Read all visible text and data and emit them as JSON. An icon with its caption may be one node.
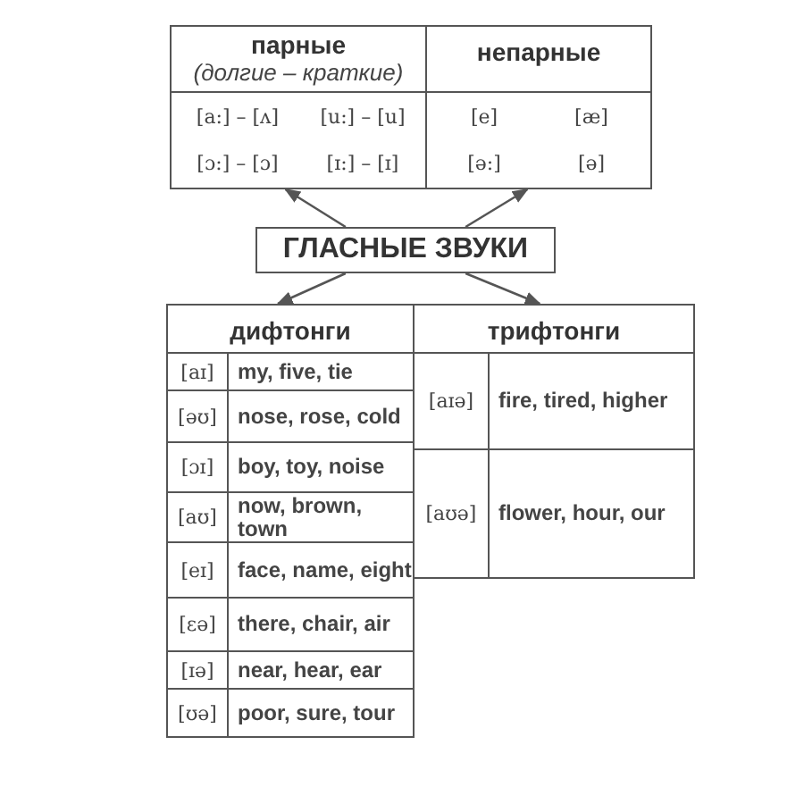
{
  "diagram": {
    "nodes": [
      {
        "text": [
          "парные",
          "(долгие – краткие)"
        ]
      },
      {
        "text": [
          "непарные"
        ]
      },
      {
        "text": [
          "ГЛАСНЫЕ ЗВУКИ"
        ]
      },
      {
        "text": [
          "дифтонги"
        ]
      },
      {
        "text": [
          "трифтонги"
        ]
      }
    ],
    "edges": [
      {
        "from": 2,
        "to": 0,
        "arrow": "to"
      },
      {
        "from": 2,
        "to": 1,
        "arrow": "to"
      },
      {
        "from": 2,
        "to": 3,
        "arrow": "to"
      },
      {
        "from": 2,
        "to": 4,
        "arrow": "to"
      }
    ],
    "labels": [
      "[a:] – [ʌ]",
      "[u:] – [u]",
      "[e]",
      "[æ]",
      "[ɔ:] – [ɔ]",
      "[ɪ:] – [ɪ]",
      "[ə:]",
      "[ə]",
      "[aɪ]",
      "my, five, tie",
      "[əʊ]",
      "nose, rose, cold",
      "[ɔɪ]",
      "boy, toy, noise",
      "[aʊ]",
      "now, brown, town",
      "[eɪ]",
      "face, name, eight",
      "[ɛə]",
      "there, chair, air",
      "[ɪə]",
      "near, hear, ear",
      "[ʊə]",
      "poor, sure, tour",
      "[aɪə]",
      "fire, tired, higher",
      "[aʊə]",
      "flower, hour, our"
    ]
  }
}
